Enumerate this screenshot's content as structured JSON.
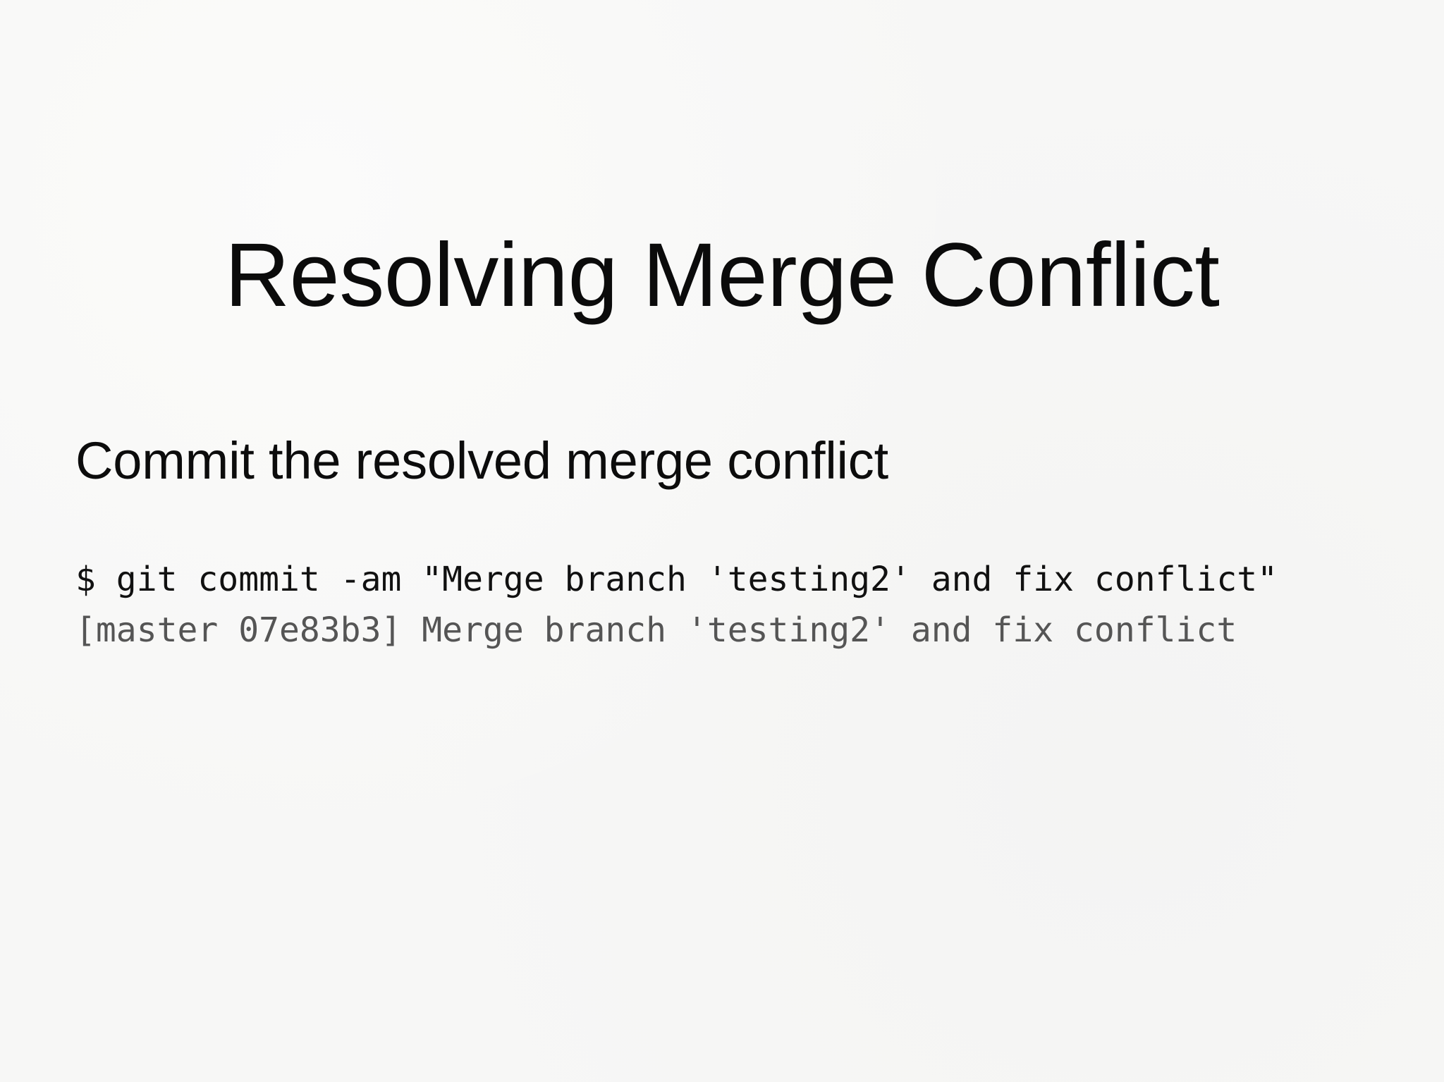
{
  "slide": {
    "title": "Resolving Merge Conflict",
    "subtitle": "Commit the resolved merge conflict",
    "background_color": "#f7f7f6",
    "title_color": "#0b0b0b",
    "subtitle_color": "#0c0c0c"
  },
  "terminal": {
    "command_color": "#111111",
    "output_color": "#555555",
    "lines": [
      {
        "kind": "command",
        "text": "$ git commit -am \"Merge branch 'testing2' and fix conflict\""
      },
      {
        "kind": "output",
        "text": "[master 07e83b3] Merge branch 'testing2' and fix conflict"
      }
    ],
    "prompt_symbol": "$",
    "command": "git commit -am \"Merge branch 'testing2' and fix conflict\"",
    "commit_branch": "master",
    "commit_hash": "07e83b3",
    "commit_message": "Merge branch 'testing2' and fix conflict"
  }
}
